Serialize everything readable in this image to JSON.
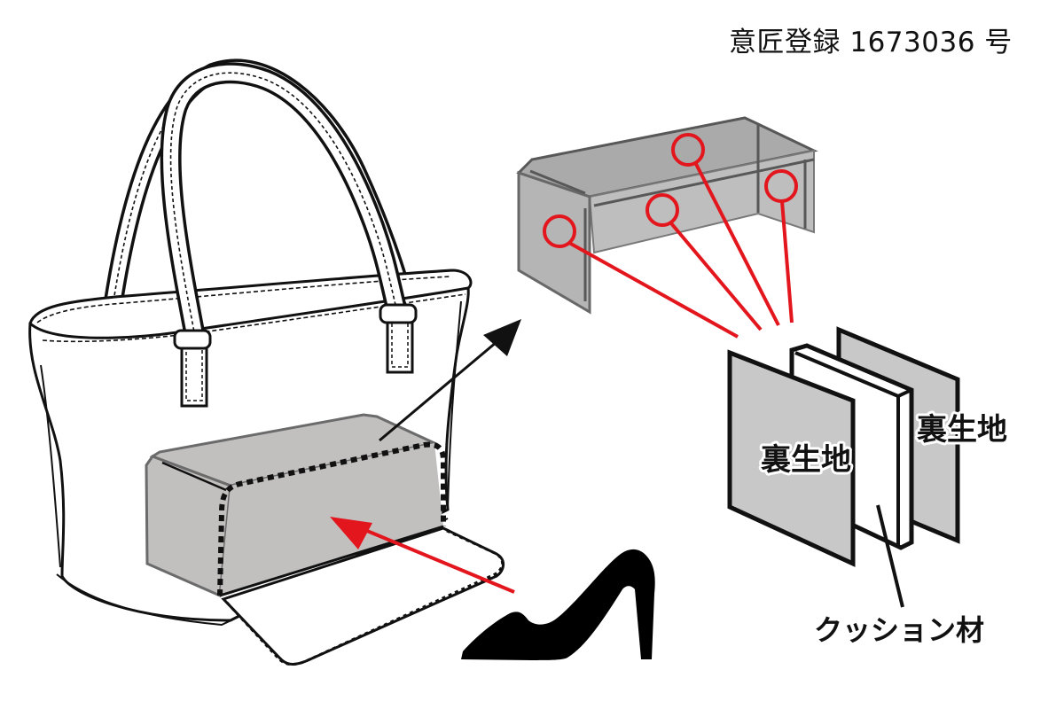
{
  "registration": {
    "text": "意匠登録 1673036 号"
  },
  "labels": {
    "lining_front": "裏生地",
    "lining_back": "裏生地",
    "cushion": "クッション材"
  },
  "colors": {
    "outline": "#111111",
    "panel_fill": "#c8c8c8",
    "pocket_fill": "#c2bfbf",
    "frame_fill": "#a9a9a9",
    "accent_red": "#e3161d",
    "background": "#ffffff"
  },
  "diagram": {
    "subjects": [
      "tote-bag",
      "shoe-pocket",
      "pocket-frame",
      "lining-layers",
      "high-heel-shoe"
    ],
    "frame_callout_count": 4,
    "layers": [
      "裏生地",
      "クッション材",
      "裏生地"
    ]
  }
}
